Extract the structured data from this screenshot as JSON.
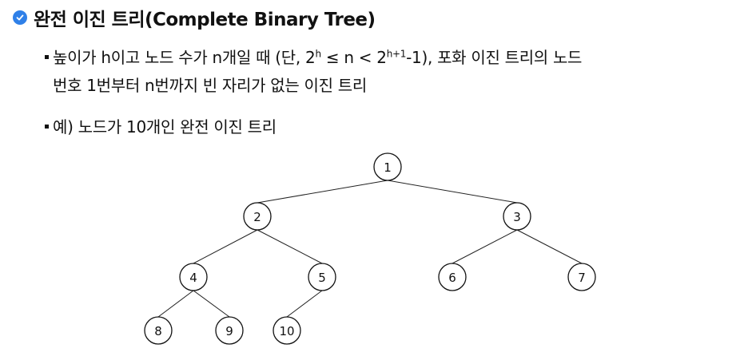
{
  "title": "완전 이진 트리(Complete Binary Tree)",
  "bullet1": {
    "pre": "높이가 h이고 노드 수가 n개일 때 (단, 2",
    "sup1": "h",
    "mid": " ≤ n < 2",
    "sup2": "h+1",
    "post": "-1), 포화 이진 트리의 노드",
    "line2": "번호 1번부터 n번까지 빈 자리가 없는 이진 트리"
  },
  "bullet2": "예) 노드가 10개인 완전 이진 트리",
  "tree": {
    "nodes": [
      "1",
      "2",
      "3",
      "4",
      "5",
      "6",
      "7",
      "8",
      "9",
      "10"
    ],
    "edges": [
      [
        1,
        2
      ],
      [
        1,
        3
      ],
      [
        2,
        4
      ],
      [
        2,
        5
      ],
      [
        3,
        6
      ],
      [
        3,
        7
      ],
      [
        4,
        8
      ],
      [
        4,
        9
      ],
      [
        5,
        10
      ]
    ]
  },
  "colors": {
    "check_icon": "#2f80e8",
    "stroke": "#111111"
  }
}
